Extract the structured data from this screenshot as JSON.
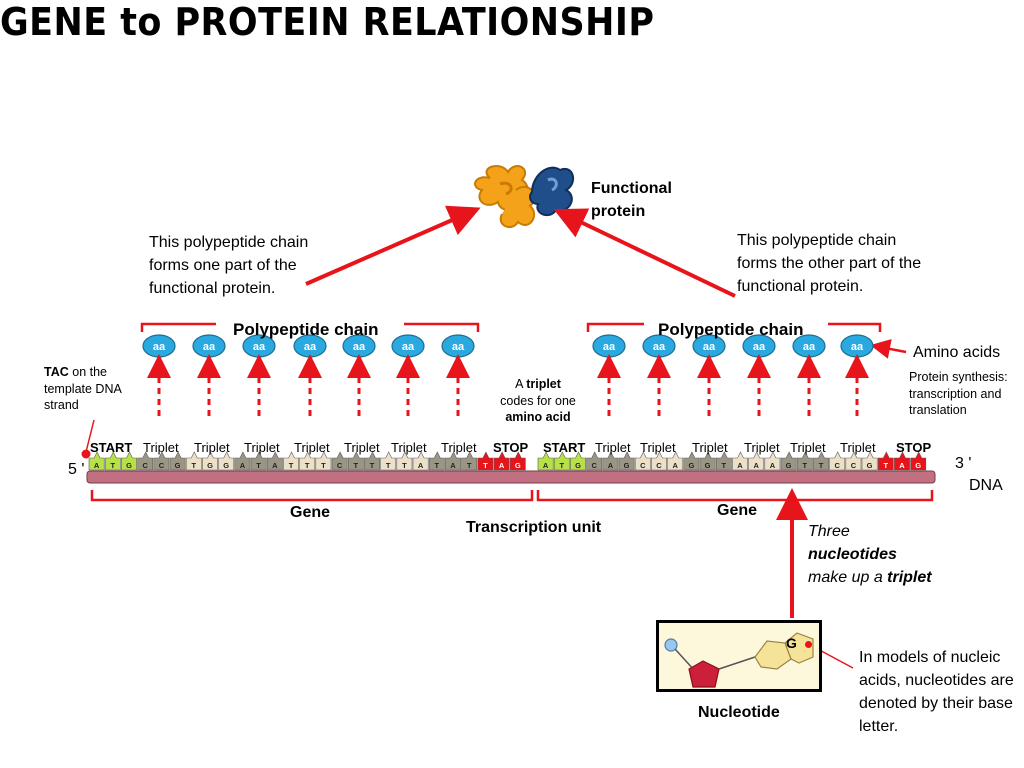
{
  "title": "GENE to PROTEIN RELATIONSHIP",
  "functional_protein": "Functional protein",
  "left_note": "This polypeptide chain forms one part of the functional protein.",
  "right_note": "This polypeptide chain forms the other part of the functional protein.",
  "polypeptide_label": "Polypeptide chain",
  "amino_acid_bead": "aa",
  "amino_acids_label": "Amino acids",
  "protein_synthesis": "Protein synthesis: transcription and translation",
  "tac_note": {
    "bold": "TAC",
    "rest": "on the template DNA strand"
  },
  "triplet_note": {
    "line1a": "A ",
    "line1b": "triplet",
    "line2": "codes for one",
    "line3": "amino acid"
  },
  "start_label": "START",
  "stop_label": "STOP",
  "triplet_label": "Triplet",
  "five_prime": "5 '",
  "three_prime": "3 '",
  "dna_label": "DNA",
  "gene_label": "Gene",
  "transcription_unit": "Transcription unit",
  "three_nuc": {
    "l1": "Three",
    "l2": "nucleotides",
    "l3a": "make up a ",
    "l3b": "triplet"
  },
  "nucleotide_label": "Nucleotide",
  "nucleotide_base": "G",
  "models_note": "In models of nucleic acids, nucleotides are denoted by their base letter.",
  "gene1_bases": "ATGCCGTGGATATTTCTTTTATATTAG",
  "gene2_bases": "ATGCAGCCAGGTAAAGTTCCGTAG",
  "colors": {
    "arrow": "#e8141c",
    "bead": "#29a9df",
    "start": "#b8e04a",
    "stop": "#e8141c",
    "strand": "#c07080"
  }
}
